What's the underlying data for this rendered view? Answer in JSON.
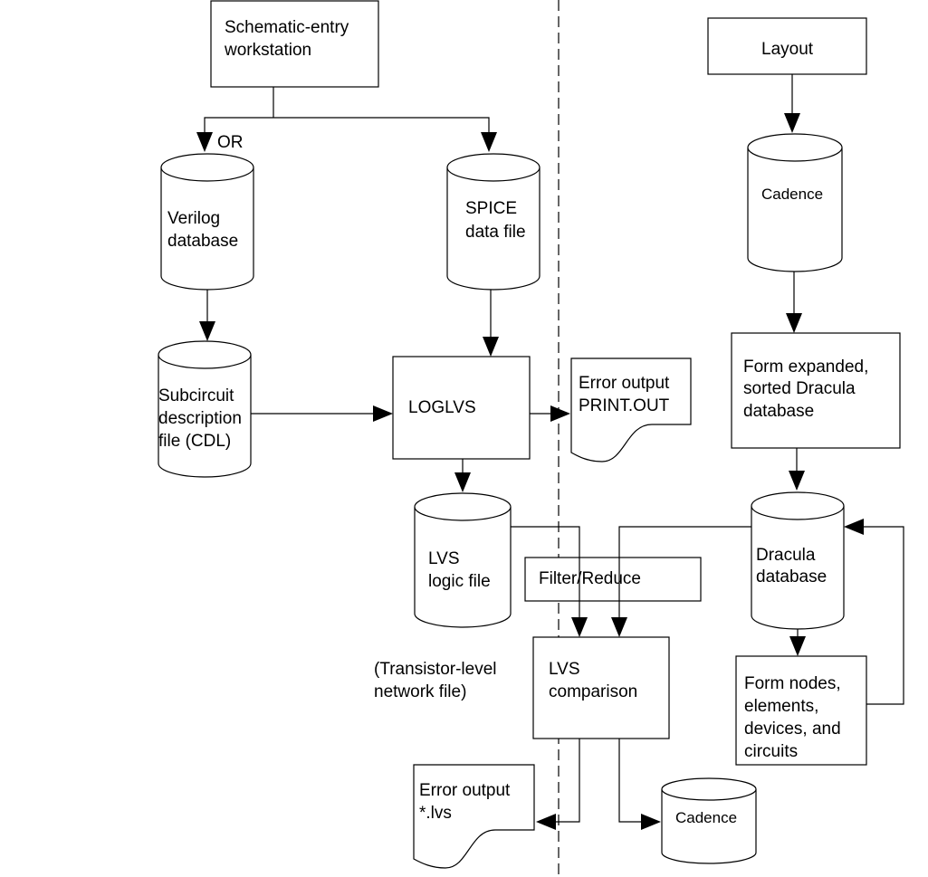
{
  "nodes": {
    "schematic": [
      "Schematic-entry",
      "workstation"
    ],
    "or_label": "OR",
    "verilog": [
      "Verilog",
      "database"
    ],
    "spice": [
      "SPICE",
      "data file"
    ],
    "subcircuit": [
      "Subcircuit",
      "description",
      "file (CDL)"
    ],
    "loglvs": "LOGLVS",
    "error_print": [
      "Error output",
      "PRINT.OUT"
    ],
    "lvs_logic": [
      "LVS",
      "logic file"
    ],
    "transistor_note": [
      "(Transistor-level",
      "network file)"
    ],
    "filter_reduce": "Filter/Reduce",
    "lvs_comparison": [
      "LVS",
      "comparison"
    ],
    "error_lvs": [
      "Error output",
      "*.lvs"
    ],
    "cadence_bottom": "Cadence",
    "layout": "Layout",
    "cadence_top": "Cadence",
    "form_expanded": [
      "Form expanded,",
      "sorted Dracula",
      "database"
    ],
    "dracula_db": [
      "Dracula",
      "database"
    ],
    "form_nodes": [
      "Form nodes,",
      "elements,",
      "devices, and",
      "circuits"
    ]
  }
}
